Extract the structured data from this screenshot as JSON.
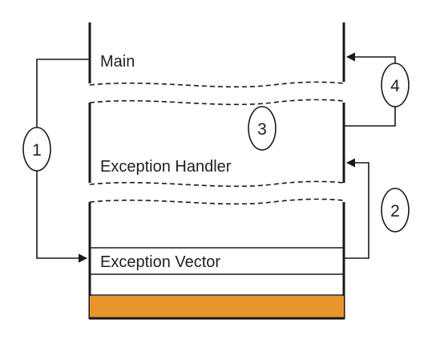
{
  "labels": {
    "main": "Main",
    "handler": "Exception Handler",
    "vector": "Exception Vector"
  },
  "steps": [
    "1",
    "2",
    "3",
    "4"
  ],
  "colors": {
    "base_block": "#e8952e",
    "line": "#1a1a1a"
  }
}
